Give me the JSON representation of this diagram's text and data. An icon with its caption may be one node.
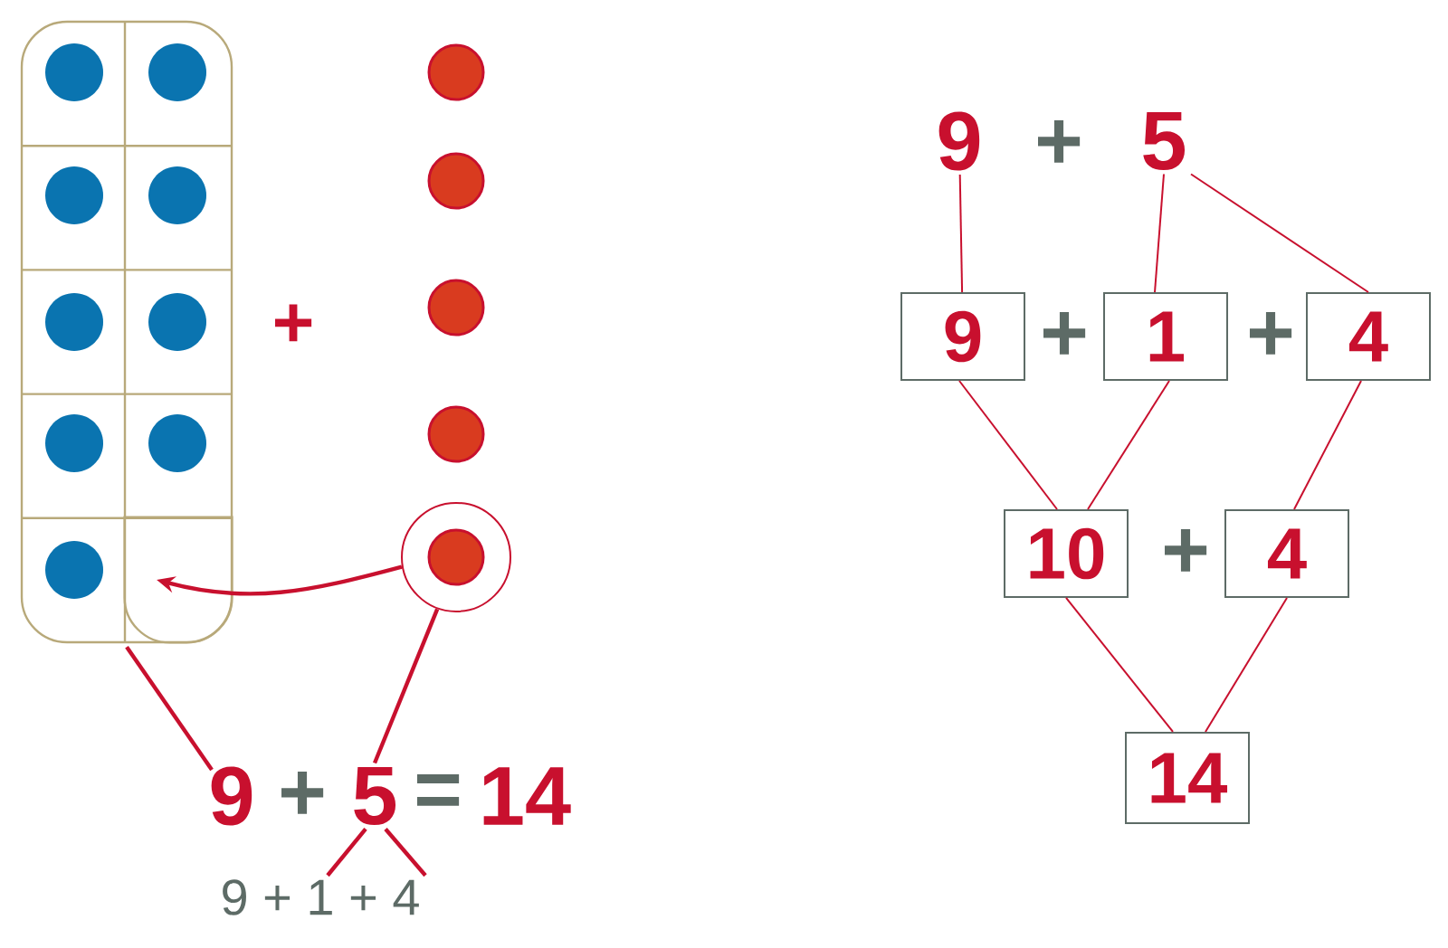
{
  "diagram": {
    "nodes": [
      {
        "text": [],
        "shape": "box"
      },
      {
        "text": [],
        "shape": "box",
        "in": 0
      },
      {
        "text": [],
        "shape": "circle"
      },
      {
        "text": [
          "9"
        ]
      },
      {
        "text": [
          "5"
        ]
      },
      {
        "text": [
          "9 + 1 + 4"
        ]
      },
      {
        "text": [
          "9"
        ]
      },
      {
        "text": [
          "5"
        ]
      },
      {
        "text": [
          "9"
        ]
      },
      {
        "text": [
          "1"
        ]
      },
      {
        "text": [
          "4"
        ]
      },
      {
        "text": [
          "10"
        ]
      },
      {
        "text": [
          "4"
        ]
      },
      {
        "text": [
          "14"
        ]
      }
    ],
    "edges": [
      {
        "from": 2,
        "to": 1,
        "arrow": "to"
      },
      {
        "from": 0,
        "to": 3,
        "arrow": "none"
      },
      {
        "from": 2,
        "to": 4,
        "arrow": "none"
      },
      {
        "from": 4,
        "to": 5,
        "arrow": "none"
      },
      {
        "from": 4,
        "to": 5,
        "arrow": "none"
      },
      {
        "from": 6,
        "to": 8,
        "arrow": "none"
      },
      {
        "from": 7,
        "to": 9,
        "arrow": "none"
      },
      {
        "from": 7,
        "to": 10,
        "arrow": "none"
      },
      {
        "from": 8,
        "to": 11,
        "arrow": "none"
      },
      {
        "from": 9,
        "to": 11,
        "arrow": "none"
      },
      {
        "from": 10,
        "to": 12,
        "arrow": "none"
      },
      {
        "from": 11,
        "to": 13,
        "arrow": "none"
      },
      {
        "from": 12,
        "to": 13,
        "arrow": "none"
      }
    ],
    "labels": [
      "+",
      "+",
      "+",
      "+",
      "+",
      "+",
      "=",
      "14"
    ]
  }
}
